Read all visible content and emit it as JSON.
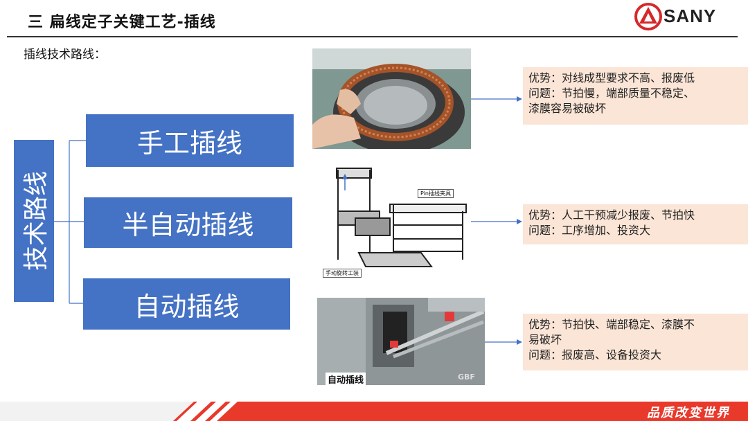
{
  "header": {
    "title": "三 扁线定子关键工艺-插线",
    "brand": "SANY"
  },
  "subtitle": "插线技术路线：",
  "route_label": "技术路线",
  "methods": [
    {
      "label": "手工插线"
    },
    {
      "label": "半自动插线"
    },
    {
      "label": "自动插线"
    }
  ],
  "notes": [
    {
      "lines": [
        "优势：对线成型要求不高、报废低",
        "问题：节拍慢，端部质量不稳定、",
        "漆膜容易被破坏"
      ]
    },
    {
      "lines": [
        "优势：人工干预减少报废、节拍快",
        "问题：工序增加、投资大"
      ]
    },
    {
      "lines": [
        "优势：节拍快、端部稳定、漆膜不",
        "易破坏",
        "问题：报废高、设备投资大"
      ]
    }
  ],
  "images": {
    "manual": {
      "icon": "stator-coil-photo"
    },
    "semi": {
      "icon": "machine-drawing",
      "callout_top": "Pin插线夹具",
      "callout_bottom": "手动旋转工装"
    },
    "auto": {
      "icon": "auto-machine-photo",
      "caption": "自动插线",
      "watermark": "GBF"
    }
  },
  "footer": {
    "slogan": "品质改变世界",
    "colors": {
      "bar": "#e8392b",
      "accent": "#4472c4",
      "note_bg": "#fbe5d6"
    }
  }
}
